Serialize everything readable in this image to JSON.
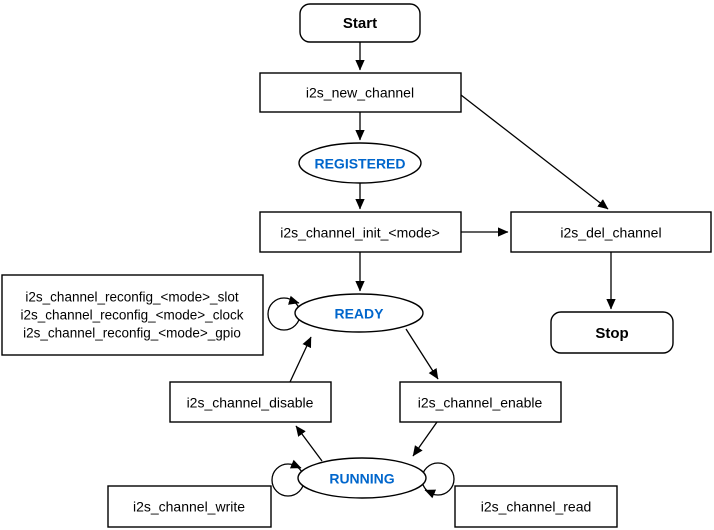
{
  "diagram": {
    "type": "state-flowchart",
    "accent_blue": "#0066CC",
    "line_color": "#000000",
    "background": "#ffffff",
    "nodes": {
      "start": "Start",
      "new_channel": "i2s_new_channel",
      "registered": "REGISTERED",
      "init": "i2s_channel_init_<mode>",
      "del_channel": "i2s_del_channel",
      "stop": "Stop",
      "reconfig_slot": "i2s_channel_reconfig_<mode>_slot",
      "reconfig_clock": "i2s_channel_reconfig_<mode>_clock",
      "reconfig_gpio": "i2s_channel_reconfig_<mode>_gpio",
      "ready": "READY",
      "disable": "i2s_channel_disable",
      "enable": "i2s_channel_enable",
      "running": "RUNNING",
      "write": "i2s_channel_write",
      "read": "i2s_channel_read"
    }
  }
}
